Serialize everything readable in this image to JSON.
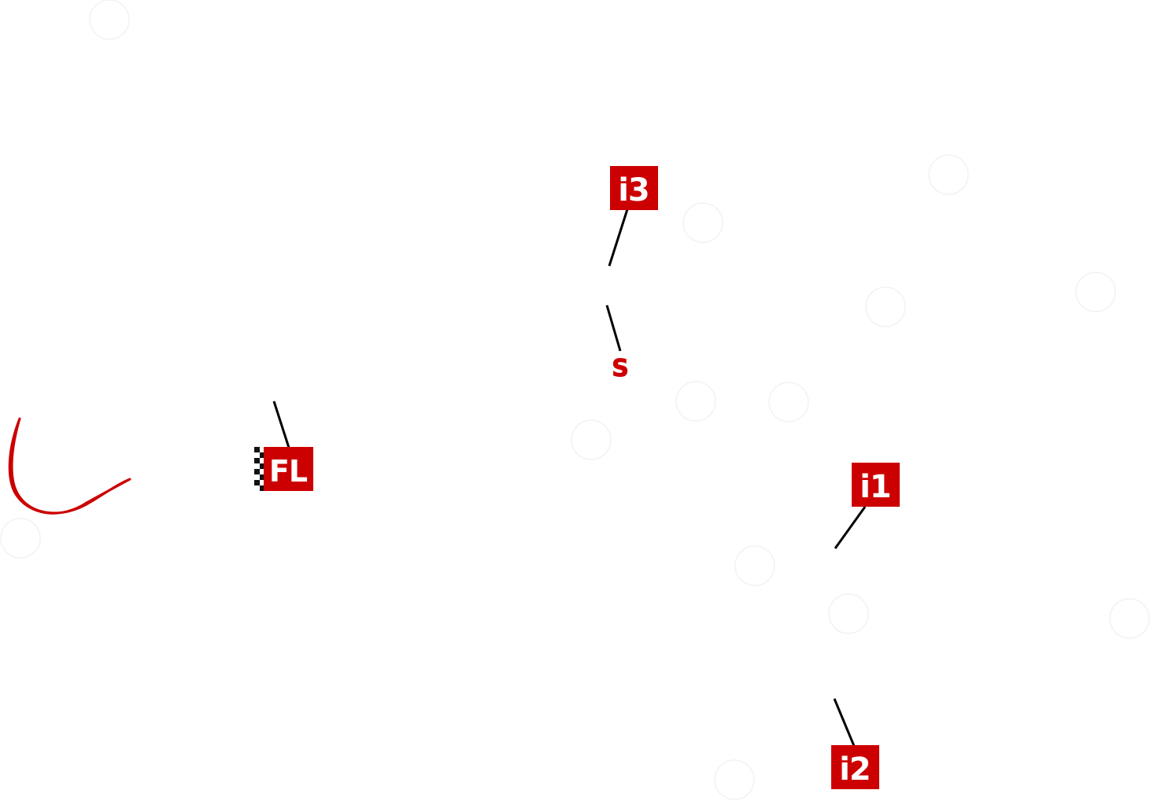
{
  "map": {
    "background_color": "#ffffff",
    "accent_color": "#cc0000",
    "leader_color": "#000000",
    "turn_circle_color": "#f2f2f2"
  },
  "markers": {
    "i3": {
      "label": "i3"
    },
    "start": {
      "label": "S"
    },
    "finish_line": {
      "label": "FL",
      "icon": "checkered-flag-icon"
    },
    "i1": {
      "label": "i1"
    },
    "i2": {
      "label": "i2"
    }
  },
  "turns": [
    "",
    "",
    "",
    "",
    "",
    "",
    "",
    "",
    "",
    "",
    "",
    "",
    "",
    "",
    ""
  ]
}
